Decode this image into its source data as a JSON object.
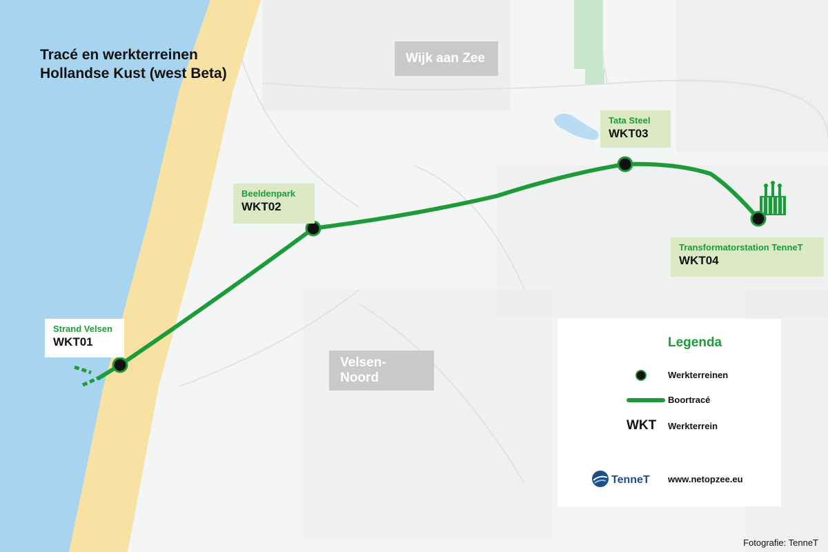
{
  "title": {
    "line1": "Tracé en werkterreinen",
    "line2": "Hollandse Kust (west Beta)"
  },
  "places": {
    "wijk_aan_zee": "Wijk aan Zee",
    "velsen_noord": "Velsen-Noord"
  },
  "work_sites": [
    {
      "name": "Strand Velsen",
      "code": "WKT01"
    },
    {
      "name": "Beeldenpark",
      "code": "WKT02"
    },
    {
      "name": "Tata Steel",
      "code": "WKT03"
    },
    {
      "name": "Transformatorstation TenneT",
      "code": "WKT04"
    }
  ],
  "legend": {
    "title": "Legenda",
    "items": [
      {
        "symbol": "dot-icon",
        "label": "Werkterreinen"
      },
      {
        "symbol": "line-icon",
        "label": "Boortracé"
      },
      {
        "symbol_text": "WKT",
        "label": "Werkterrein"
      }
    ],
    "brand": "TenneT",
    "url": "www.netopzee.eu"
  },
  "photo_credit": "Fotografie: TenneT",
  "colors": {
    "sea": "#a8d4ef",
    "beach": "#f7e2a4",
    "route": "#1d9a3a",
    "label_bg": "#dde9c4",
    "place_bg": "#c9c9c9",
    "brand_blue": "#1b4f8a"
  }
}
